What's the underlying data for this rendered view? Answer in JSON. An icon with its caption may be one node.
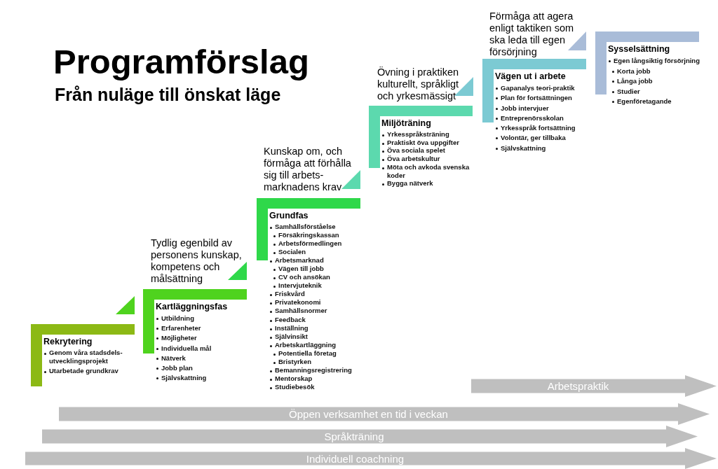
{
  "diagram": {
    "title": "Programförslag",
    "nodes": [
      {
        "text": [
          "Rekrytering",
          "Genom våra stadsdels- utvecklingsprojekt",
          "Utarbetade grundkrav"
        ]
      },
      {
        "text": [
          "Kartläggningsfas",
          "Utbildning",
          "Erfarenheter",
          "Möjligheter",
          "Individuella mål",
          "Nätverk",
          "Jobb plan",
          "Självskattning"
        ],
        "beside": [
          "Tydlig egenbild av personens kunskap, kompetens och målsättning"
        ]
      },
      {
        "text": [
          "Grundfas",
          "Samhällsförståelse",
          "Försäkringskassan",
          "Arbetsförmedlingen",
          "Socialen",
          "Arbetsmarknad",
          "Vägen till jobb",
          "CV och ansökan",
          "Intervjuteknik",
          "Friskvård",
          "Privatekonomi",
          "Samhällsnormer",
          "Feedback",
          "Inställning",
          "Självinsikt",
          "Arbetskartläggning",
          "Potentiella företag",
          "Bristyrken",
          "Bemanningsregistrering",
          "Mentorskap",
          "Studiebesök"
        ],
        "beside": [
          "Kunskap om, och förmåga att förhålla sig till arbets- marknadens krav"
        ]
      },
      {
        "text": [
          "Miljöträning",
          "Yrkesspråksträning",
          "Praktiskt öva uppgifter",
          "Öva sociala spelet",
          "Öva arbetskultur",
          "Möta och avkoda svenska koder",
          "Bygga nätverk"
        ],
        "beside": [
          "Övning i praktiken kulturellt, språkligt och yrkesmässigt"
        ]
      },
      {
        "text": [
          "Vägen ut i arbete",
          "Gapanalys teori-praktik",
          "Plan för fortsättningen",
          "Jobb intervjuer",
          "Entreprenörsskolan",
          "Yrkesspråk fortsättning",
          "Volontär, ger tillbaka",
          "Självskattning"
        ],
        "beside": [
          "Förmåga att agera enligt taktiken som ska leda till egen försörjning"
        ]
      },
      {
        "text": [
          "Sysselsättning",
          "Egen långsiktig försörjning",
          "Korta jobb",
          "Långa jobb",
          "Studier",
          "Egenföretagande"
        ]
      },
      {
        "text": [
          "Arbetspraktik"
        ]
      },
      {
        "text": [
          "Öppen verksamhet en tid i veckan"
        ]
      },
      {
        "text": [
          "Språkträning"
        ]
      },
      {
        "text": [
          "Individuell coachning"
        ]
      }
    ],
    "edges": [],
    "labels": [
      "Från nuläge till önskat läge"
    ]
  }
}
